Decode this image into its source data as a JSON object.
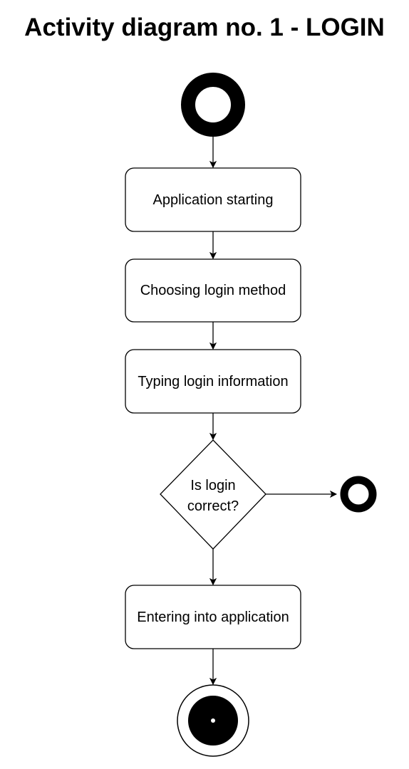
{
  "title": "Activity diagram no. 1 - LOGIN",
  "nodes": {
    "start": {
      "kind": "initial-node"
    },
    "application_starting": {
      "kind": "action",
      "label": "Application starting"
    },
    "choosing_login_method": {
      "kind": "action",
      "label": "Choosing login method"
    },
    "typing_login_information": {
      "kind": "action",
      "label": "Typing login information"
    },
    "is_login_correct": {
      "kind": "decision",
      "label_line1": "Is login",
      "label_line2": "correct?"
    },
    "flow_final": {
      "kind": "flow-final-node"
    },
    "entering_into_application": {
      "kind": "action",
      "label": "Entering into application"
    },
    "end": {
      "kind": "activity-final-node"
    }
  },
  "edges": [
    {
      "from": "start",
      "to": "application_starting"
    },
    {
      "from": "application_starting",
      "to": "choosing_login_method"
    },
    {
      "from": "choosing_login_method",
      "to": "typing_login_information"
    },
    {
      "from": "typing_login_information",
      "to": "is_login_correct"
    },
    {
      "from": "is_login_correct",
      "to": "flow_final"
    },
    {
      "from": "is_login_correct",
      "to": "entering_into_application"
    },
    {
      "from": "entering_into_application",
      "to": "end"
    }
  ],
  "colors": {
    "stroke": "#000000",
    "fill": "#ffffff",
    "node_fill": "#000000"
  }
}
